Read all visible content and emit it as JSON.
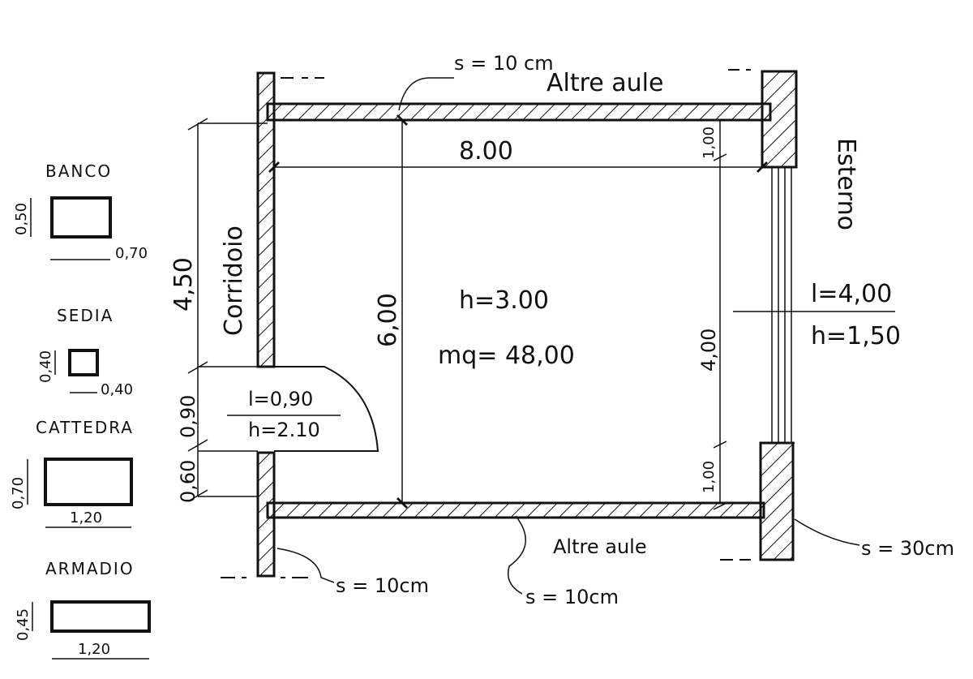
{
  "room": {
    "width_label": "8.00",
    "depth_label": "6,00",
    "height_label": "h=3.00",
    "area_label": "mq= 48,00"
  },
  "walls": {
    "top_thickness": "s = 10 cm",
    "bottom_thickness": "s = 10cm",
    "left_thickness": "s = 10cm",
    "right_thickness": "s = 30cm"
  },
  "neighbors": {
    "top": "Altre aule",
    "bottom": "Altre aule",
    "left": "Corridoio",
    "right": "Esterno"
  },
  "door": {
    "width": "l=0,90",
    "height": "h=2.10"
  },
  "window": {
    "width": "l=4,00",
    "height": "h=1,50"
  },
  "dimensions": {
    "left_upper": "4,50",
    "left_door": "0,90",
    "left_lower": "0,60",
    "right_top": "1,00",
    "right_middle": "4,00",
    "right_bottom": "1,00"
  },
  "furniture": [
    {
      "name": "BANCO",
      "depth": "0,50",
      "width": "0,70"
    },
    {
      "name": "SEDIA",
      "depth": "0,40",
      "width": "0,40"
    },
    {
      "name": "CATTEDRA",
      "depth": "0,70",
      "width": "1,20"
    },
    {
      "name": "ARMADIO",
      "depth": "0,45",
      "width": "1,20"
    }
  ]
}
